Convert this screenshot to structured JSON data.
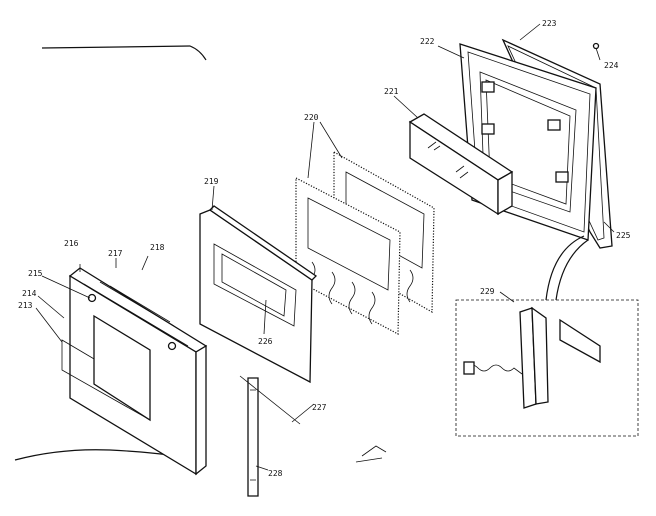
{
  "diagram": {
    "part_numbers": {
      "p213": "213",
      "p214": "214",
      "p215": "215",
      "p216": "216",
      "p217": "217",
      "p218": "218",
      "p219": "219",
      "p220": "220",
      "p221": "221",
      "p222": "222",
      "p223": "223",
      "p224": "224",
      "p225": "225",
      "p226": "226",
      "p227": "227",
      "p228": "228",
      "p229": "229"
    }
  }
}
